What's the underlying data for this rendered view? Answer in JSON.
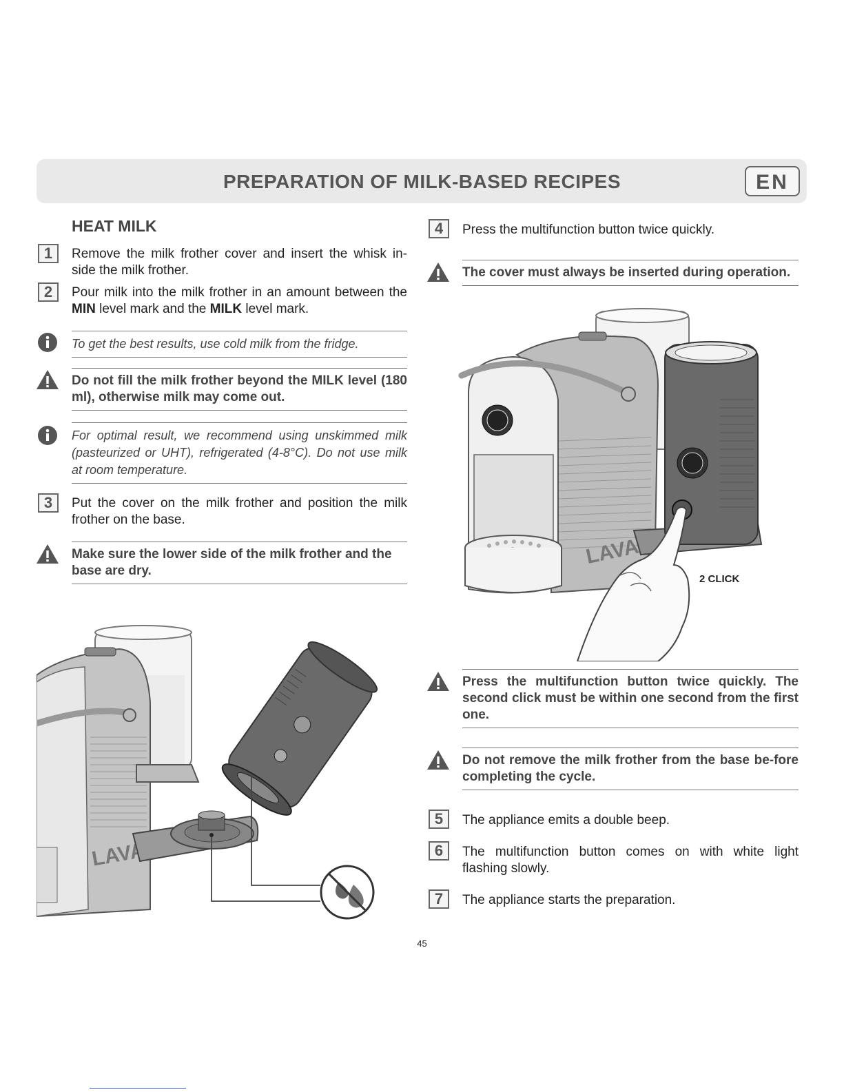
{
  "header": {
    "title": "PREPARATION OF MILK-BASED RECIPES",
    "lang": "EN"
  },
  "left": {
    "section_title": "HEAT MILK",
    "step1": {
      "num": "1",
      "text": "Remove the milk frother cover and insert the whisk in-side the milk frother."
    },
    "step2": {
      "num": "2",
      "text_a": "Pour milk into the milk frother in an amount between the ",
      "min": "MIN",
      "text_b": " level mark and the ",
      "milk": "MILK",
      "text_c": " level mark."
    },
    "info1": "To get the best results, use cold milk from the fridge.",
    "warn1": "Do not fill the milk frother beyond the MILK level (180 ml), otherwise milk may come out.",
    "info2": "For optimal result, we recommend using unskimmed milk (pasteurized or UHT), refrigerated (4-8°C). Do not use milk at room temperature.",
    "step3": {
      "num": "3",
      "text": "Put the cover on the milk frother and position the milk frother on the base."
    },
    "warn2": "Make sure the lower side of the milk frother and the base are dry.",
    "machine_logo": "LAVAZZA"
  },
  "right": {
    "step4": {
      "num": "4",
      "text": "Press the multifunction button twice quickly."
    },
    "warn3": "The cover must always be inserted during operation.",
    "image_caption": "2 CLICK",
    "machine_logo": "LAVAZZA",
    "warn4": "Press the multifunction button twice quickly. The second click must be within one second from the first one.",
    "warn5": "Do not remove the milk frother from the base be-fore completing the cycle.",
    "step5": {
      "num": "5",
      "text": "The appliance emits a double beep."
    },
    "step6": {
      "num": "6",
      "text": "The multifunction button comes on with white light flashing slowly."
    },
    "step7": {
      "num": "7",
      "text": "The appliance starts the preparation."
    }
  },
  "page_number": "45",
  "icons": {
    "info": "info-icon",
    "warning": "warning-triangle-icon",
    "no_water": "no-water-drops-icon"
  }
}
